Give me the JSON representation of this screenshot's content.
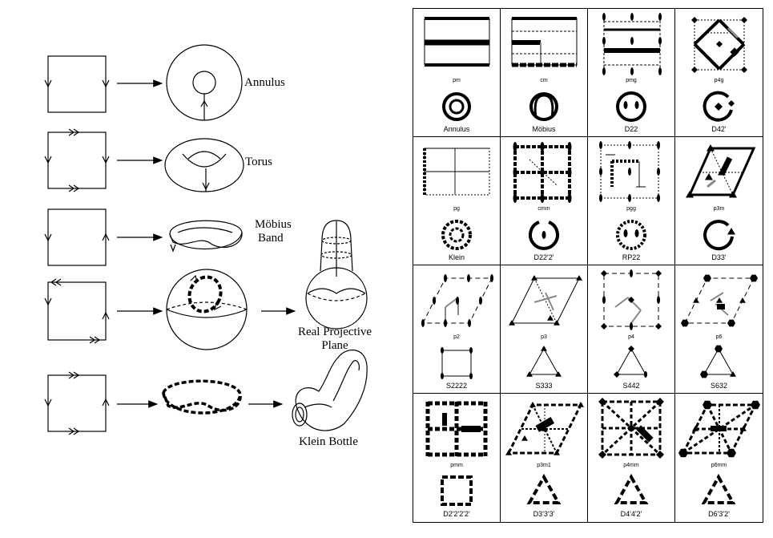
{
  "left_labels": {
    "annulus": "Annulus",
    "torus": "Torus",
    "mobius_line1": "Möbius",
    "mobius_line2": "Band",
    "rp_line1": "Real Projective",
    "rp_line2": "Plane",
    "klein_bottle": "Klein Bottle"
  },
  "grid": [
    {
      "group": "pm",
      "orbifold": "Annulus"
    },
    {
      "group": "cm",
      "orbifold": "Möbius"
    },
    {
      "group": "pmg",
      "orbifold": "D22"
    },
    {
      "group": "p4g",
      "orbifold": "D42'"
    },
    {
      "group": "pg",
      "orbifold": "Klein"
    },
    {
      "group": "cmm",
      "orbifold": "D22'2'"
    },
    {
      "group": "pgg",
      "orbifold": "RP22"
    },
    {
      "group": "p3m",
      "orbifold": "D33'"
    },
    {
      "group": "p2",
      "orbifold": "S2222"
    },
    {
      "group": "p3",
      "orbifold": "S333"
    },
    {
      "group": "p4",
      "orbifold": "S442"
    },
    {
      "group": "p6",
      "orbifold": "S632"
    },
    {
      "group": "pmm",
      "orbifold": "D2'2'2'2'"
    },
    {
      "group": "p3m1",
      "orbifold": "D3'3'3'"
    },
    {
      "group": "p4mm",
      "orbifold": "D4'4'2'"
    },
    {
      "group": "p6mm",
      "orbifold": "D6'3'2'"
    }
  ]
}
